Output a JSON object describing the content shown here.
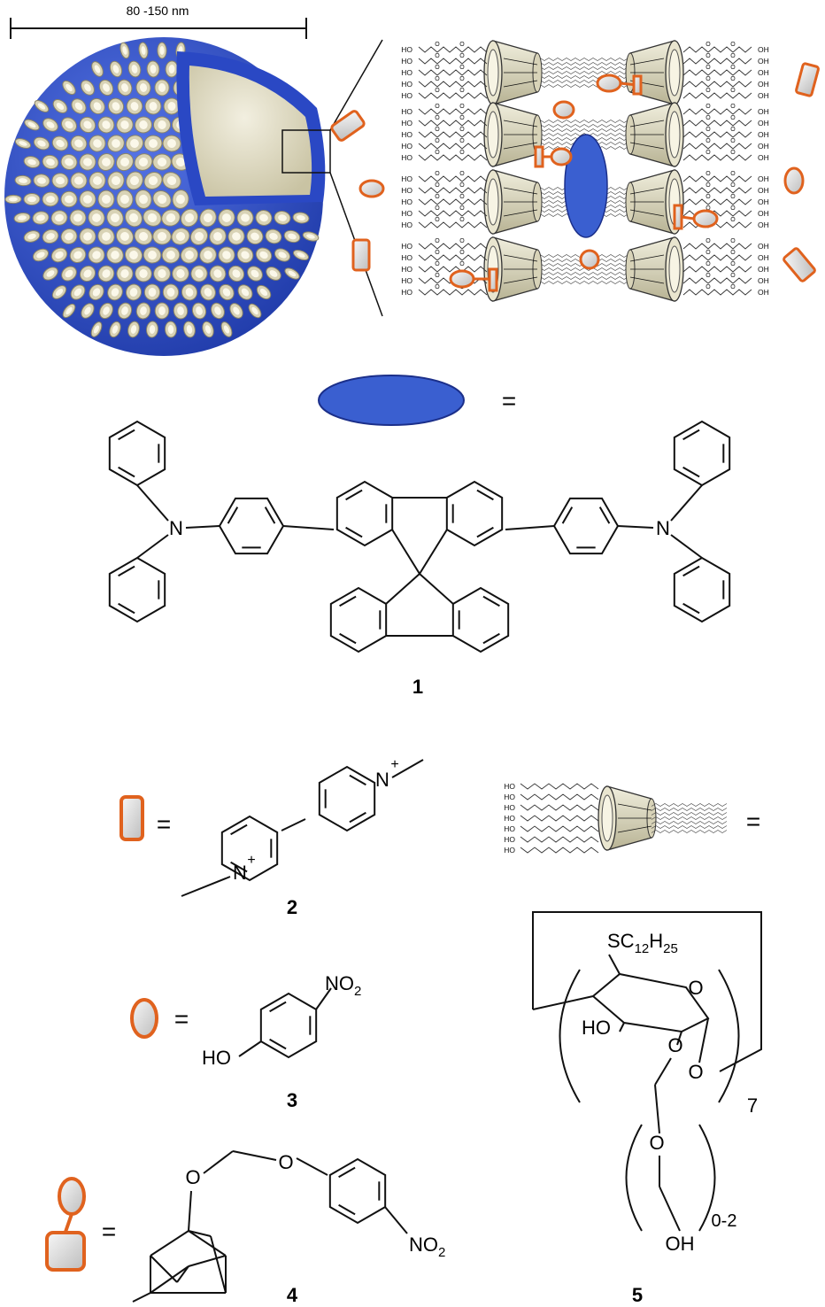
{
  "scale_bar": {
    "label": "80 -150 nm"
  },
  "equals": "=",
  "compounds": {
    "c1": {
      "number": "1",
      "n_left": "N",
      "n_right": "N"
    },
    "c2": {
      "number": "2",
      "n_top": "N",
      "plus_top": "+",
      "n_bottom": "N",
      "plus_bottom": "+"
    },
    "c3": {
      "number": "3",
      "nitro_n": "NO",
      "nitro_sub": "2",
      "ho": "HO"
    },
    "c4": {
      "number": "4",
      "o1": "O",
      "o2": "O",
      "nitro_n": "NO",
      "nitro_sub": "2"
    },
    "c5": {
      "number": "5",
      "s_main": "SC",
      "s_sub1": "12",
      "s_h": "H",
      "s_sub2": "25",
      "ring_o": "O",
      "ho": "HO",
      "o2": "O",
      "o3": "O",
      "o4": "O",
      "oh": "OH",
      "repeat": "7",
      "repeat_peg": "0-2"
    }
  },
  "peg": {
    "ho": "HO",
    "o": "O",
    "oh": "OH"
  },
  "colors": {
    "shell": "#3a5fd0",
    "core": "#e4e0c9",
    "guest": "#e0621e",
    "guest_fill": "#dcdcdc"
  }
}
